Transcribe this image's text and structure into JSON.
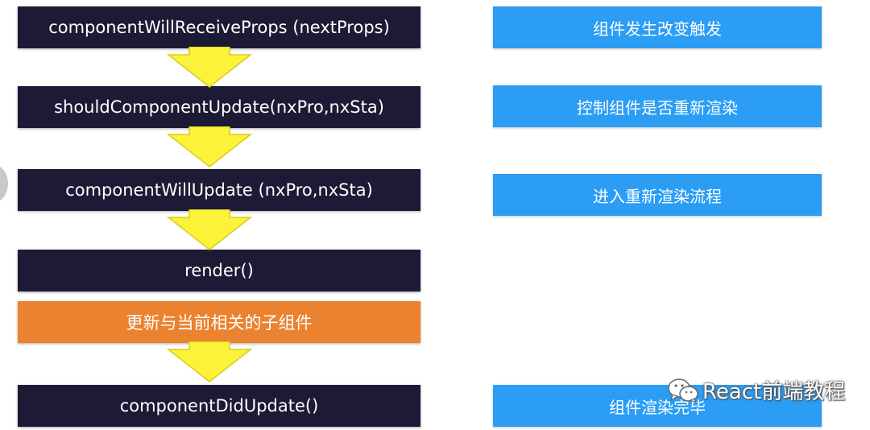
{
  "steps": [
    {
      "label": "componentWillReceiveProps (nextProps)",
      "note": "组件发生改变触发"
    },
    {
      "label": "shouldComponentUpdate(nxPro,nxSta)",
      "note": "控制组件是否重新渲染"
    },
    {
      "label": "componentWillUpdate (nxPro,nxSta)",
      "note": "进入重新渲染流程"
    },
    {
      "label": "render()",
      "note": ""
    },
    {
      "label": "更新与当前相关的子组件",
      "note": ""
    },
    {
      "label": "componentDidUpdate()",
      "note": "组件渲染完毕"
    }
  ],
  "watermark": {
    "icon": "wechat-icon",
    "text": "React前端教程"
  },
  "colors": {
    "step": "#1d1a36",
    "highlight_step": "#ea8230",
    "note": "#2b9df4",
    "arrow": "#fdf23a"
  }
}
